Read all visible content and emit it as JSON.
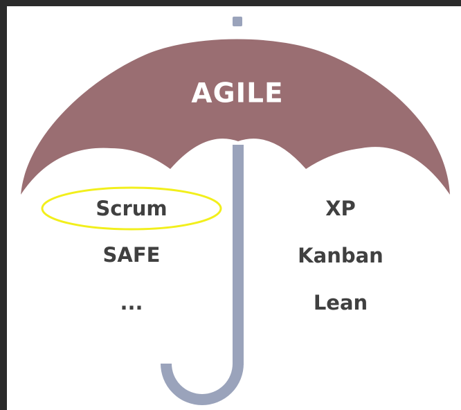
{
  "umbrella": {
    "title": "AGILE",
    "canopy_color": "#9a6e72",
    "handle_color": "#9aa3bb"
  },
  "left_methods": [
    "Scrum",
    "SAFE",
    "..."
  ],
  "right_methods": [
    "XP",
    "Kanban",
    "Lean"
  ],
  "highlight": {
    "item": "Scrum",
    "color": "#f2ef1c"
  }
}
